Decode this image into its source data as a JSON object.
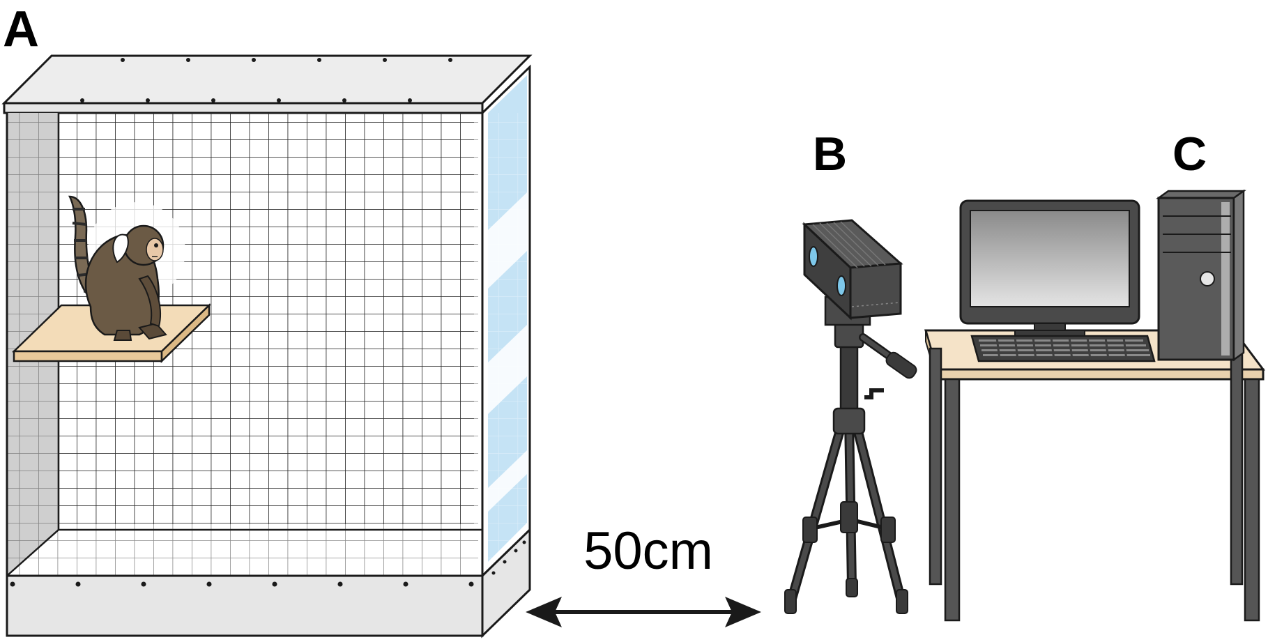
{
  "labels": {
    "cage": "A",
    "eye_tracker": "B",
    "computer": "C"
  },
  "distance_label": "50cm",
  "colors": {
    "outline": "#1a1a1a",
    "cage_frame": "#e6e6e6",
    "cage_side_wall": "#cfcfcf",
    "glass": "#c5e3f5",
    "shelf": "#f3dcb8",
    "monkey_fur": "#6b5a45",
    "device_body": "#4a4a4a",
    "device_lens": "#7ec8ea",
    "desk_top": "#f5e3c8",
    "desk_leg": "#555555",
    "monitor_screen": "#9a9a9a",
    "pc_case": "#5a5a5a"
  }
}
